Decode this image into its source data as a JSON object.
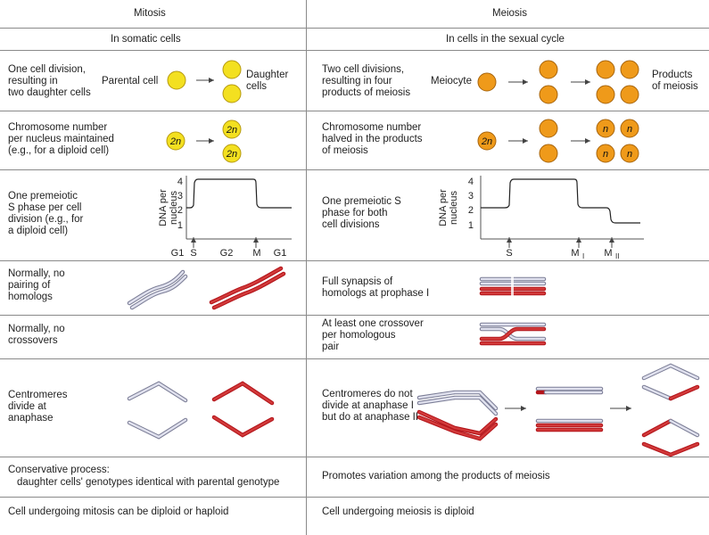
{
  "headers": {
    "mitosis": "Mitosis",
    "meiosis": "Meiosis"
  },
  "subheaders": {
    "mitosis": "In somatic cells",
    "meiosis": "In cells in the sexual cycle"
  },
  "rows": {
    "division": {
      "mitosis_text": [
        "One cell division,",
        "resulting in",
        "two daughter cells"
      ],
      "mitosis_parental": "Parental cell",
      "mitosis_daughter": [
        "Daughter",
        "cells"
      ],
      "meiosis_text": [
        "Two cell divisions,",
        "resulting in four",
        "products of meiosis"
      ],
      "meiosis_meiocyte": "Meiocyte",
      "meiosis_products": [
        "Products",
        "of meiosis"
      ]
    },
    "chromosome_number": {
      "mitosis_text": [
        "Chromosome number",
        "per nucleus maintained",
        "(e.g., for a diploid cell)"
      ],
      "meiosis_text": [
        "Chromosome number",
        "halved in the products",
        "of meiosis"
      ],
      "diploid_label": "2n",
      "haploid_label": "n"
    },
    "s_phase": {
      "mitosis_text": [
        "One premeiotic",
        "S phase per cell",
        "division (e.g., for",
        "a diploid cell)"
      ],
      "meiosis_text": [
        "One premeiotic S",
        "phase for both",
        "cell divisions"
      ],
      "y_axis_label": [
        "DNA per",
        "nucleus"
      ],
      "y_ticks": [
        "4",
        "3",
        "2",
        "1"
      ],
      "mitosis_x_labels": [
        "G1",
        "S",
        "G2",
        "M",
        "G1"
      ],
      "meiosis_x_labels": [
        "S",
        "M",
        "M"
      ],
      "meiosis_x_subscripts": [
        "",
        "I",
        "II"
      ]
    },
    "synapsis": {
      "mitosis_text": [
        "Normally, no",
        "pairing of",
        "homologs"
      ],
      "meiosis_text": [
        "Full synapsis of",
        "homologs at prophase I"
      ]
    },
    "crossover": {
      "mitosis_text": [
        "Normally, no",
        "crossovers"
      ],
      "meiosis_text": [
        "At least one crossover",
        "per homologous",
        "pair"
      ]
    },
    "centromeres": {
      "mitosis_text": [
        "Centromeres",
        "divide at",
        "anaphase"
      ],
      "meiosis_text": [
        "Centromeres do not",
        "divide at anaphase I",
        "but do at anaphase II"
      ]
    },
    "process": {
      "mitosis_text": [
        "Conservative process:",
        "daughter cells' genotypes identical with parental genotype"
      ],
      "meiosis_text": "Promotes variation among the products of meiosis"
    },
    "ploidy": {
      "mitosis_text": "Cell undergoing mitosis can be diploid or haploid",
      "meiosis_text": "Cell undergoing meiosis is diploid"
    }
  },
  "colors": {
    "mitosis_cell": "#f3e020",
    "meiosis_cell": "#ef9a1a",
    "homolog_a": "#7b7d96",
    "homolog_b": "#b3141a"
  }
}
